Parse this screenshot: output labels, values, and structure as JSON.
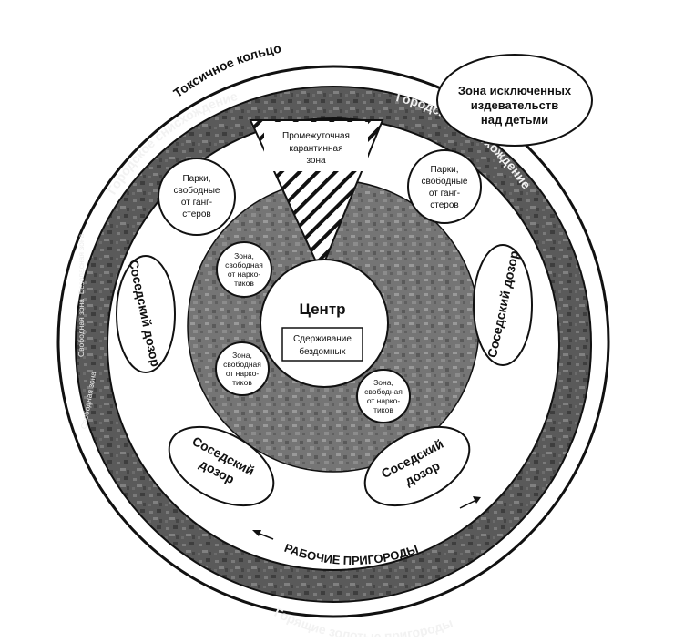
{
  "diagram": {
    "outer_ring_label": "Токсичное кольцо",
    "city_ring_left": "Городское снисхождение",
    "city_ring_right": "Городское снисхождение",
    "bottom_ring_label": "Горящие золотые пригороды",
    "working_suburbs": "РАБОЧИЕ ПРИГОРОДЫ",
    "abuse_free_zone": "Зона исключенных издевательств над детьми",
    "quarantine_zone": "Промежуточная карантинная зона",
    "parks_left": "Парки, свободные от ганг-стеров",
    "parks_right": "Парки, свободные от ганг-стеров",
    "watch_left": "Соседский дозор",
    "watch_right": "Соседский дозор",
    "watch_bottom_left": "Соседский дозор",
    "watch_bottom_right": "Соседский дозор",
    "drug_free_top": "Зона, свободная от нарко-тиков",
    "drug_free_mid": "Зона, свободная от нарко-тиков",
    "drug_free_right": "Зона, свободная от нарко-тиков",
    "center_title": "Центр",
    "homeless_box": "Сдерживание бездомных",
    "left_vertical_1": "Безопасная зона",
    "left_vertical_2": "Свободная зона",
    "left_vertical_3": "Свободная зона"
  }
}
